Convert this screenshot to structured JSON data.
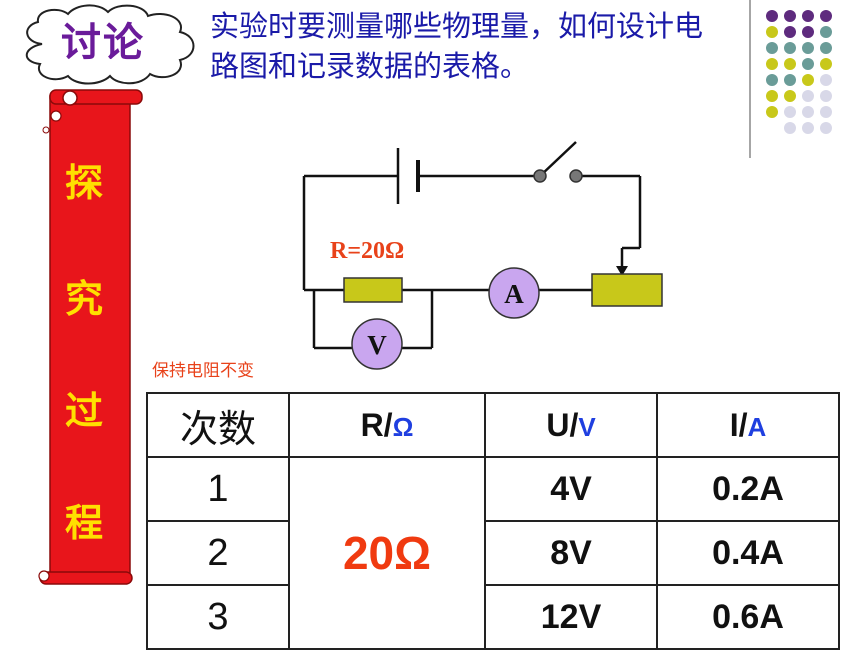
{
  "badge": {
    "label": "讨论"
  },
  "question": {
    "line1": "实验时要测量哪些物理量，如何设计电",
    "line2": "路图和记录数据的表格。"
  },
  "scroll": {
    "chars": [
      "探",
      "究",
      "过",
      "程"
    ]
  },
  "circuit": {
    "resistor_label": "R=20Ω",
    "ammeter": "A",
    "voltmeter": "V"
  },
  "note": "保持电阻不变",
  "table": {
    "header": {
      "col0": "次数",
      "col1_sym": "R/",
      "col1_unit": "Ω",
      "col2_sym": "U/",
      "col2_unit": "V",
      "col3_sym": "I/",
      "col3_unit": "A"
    },
    "resistance": "20Ω",
    "rows": [
      {
        "n": "1",
        "u": "4V",
        "i": "0.2A"
      },
      {
        "n": "2",
        "u": "8V",
        "i": "0.4A"
      },
      {
        "n": "3",
        "u": "12V",
        "i": "0.6A"
      }
    ]
  },
  "colors": {
    "badge_text": "#6a1b9a",
    "question_text": "#1a1aa8",
    "scroll_red": "#e8151b",
    "scroll_text": "#ffe000",
    "resistor_fill": "#c8c81a",
    "meter_fill": "#c9a6ef",
    "dot_purple": "#5e2b7e",
    "dot_teal": "#6a9c98",
    "dot_olive": "#c8c81a",
    "dot_lavender": "#d8d8e8"
  }
}
